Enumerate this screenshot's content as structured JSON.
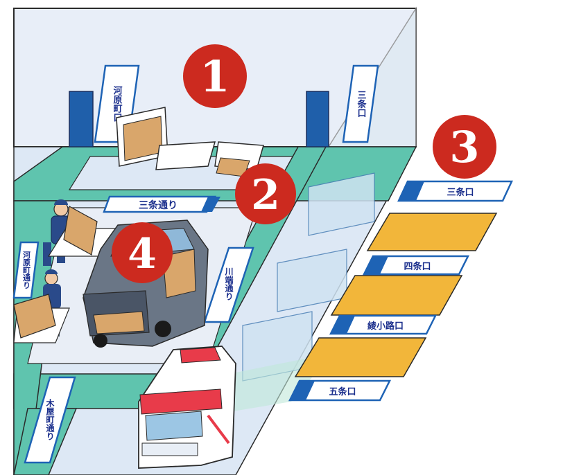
{
  "markers": {
    "m1": "1",
    "m2": "2",
    "m3": "3",
    "m4": "4"
  },
  "signs": {
    "back_left": "河原町口",
    "back_right": "三条口",
    "road_sanjo": "三条通り",
    "left_road": "河原町通り",
    "kiyamachi": "木屋町通り",
    "kawabata": "川端通り",
    "exit_sanjo": "三条口",
    "exit_shijo": "四条口",
    "exit_ayanokoji": "綾小路口",
    "exit_gojo": "五条口"
  },
  "colors": {
    "marker_red": "#cc2a1f",
    "road_teal": "#5fc4ae",
    "floor": "#dde8f5",
    "sign_blue": "#1e63b5",
    "zone_yellow": "#f2b63a",
    "pillar_blue": "#1f5faa"
  }
}
